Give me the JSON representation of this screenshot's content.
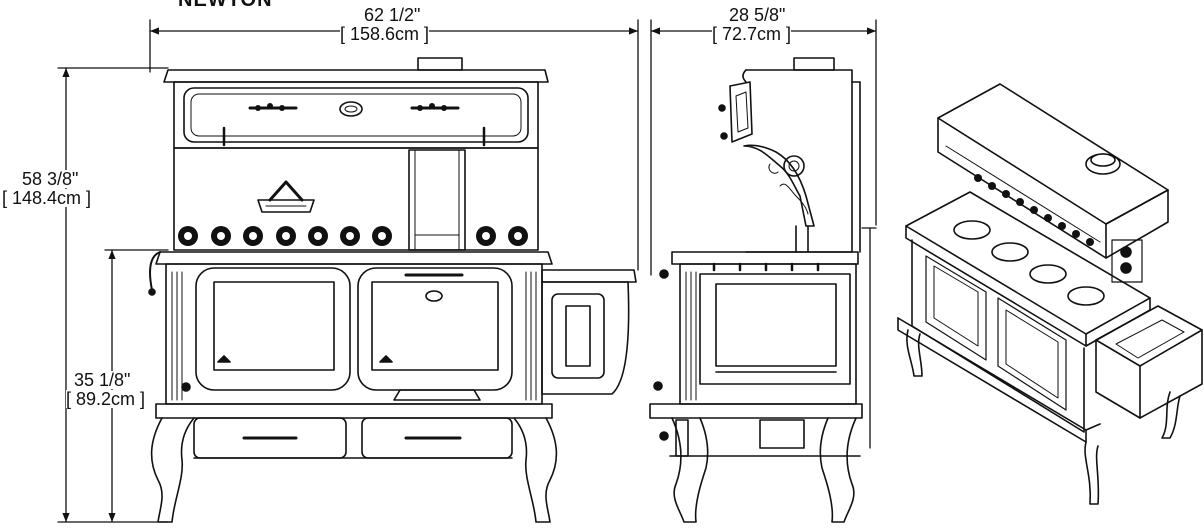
{
  "title": "NEWTON",
  "dimensions": {
    "width": {
      "imperial": "62 1/2\"",
      "metric": "[ 158.6cm ]"
    },
    "depth": {
      "imperial": "28 5/8\"",
      "metric": "[ 72.7cm ]"
    },
    "height": {
      "imperial": "58 3/8\"",
      "metric": "[ 148.4cm ]"
    },
    "cooktop_height": {
      "imperial": "35 1/8\"",
      "metric": "[ 89.2cm ]"
    }
  },
  "views": [
    "front-view",
    "side-view",
    "isometric-view"
  ]
}
